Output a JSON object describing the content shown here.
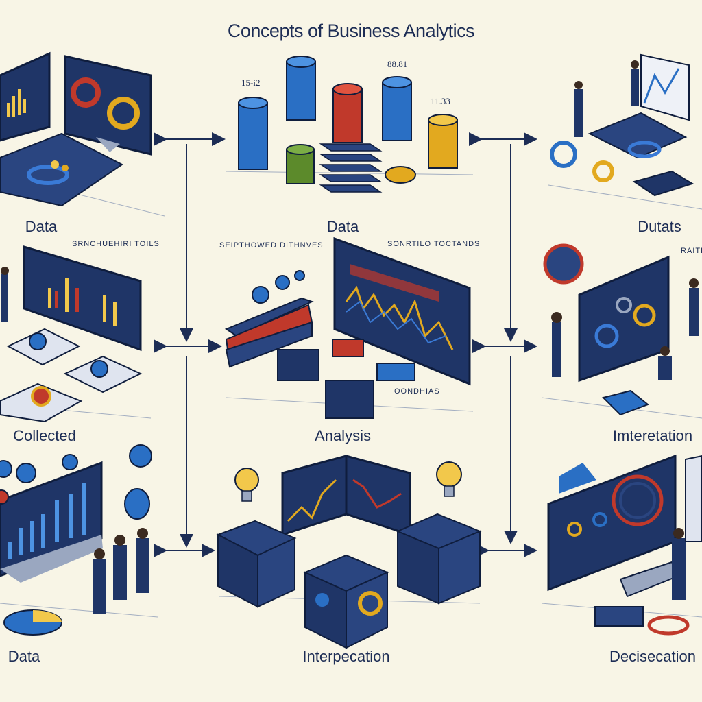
{
  "title": "Concepts of Business Analytics",
  "labels": {
    "r1c1": "Data",
    "r1c2": "Data",
    "r1c3": "Dutats",
    "r2c1": "Collected",
    "r2c2": "Analysis",
    "r2c3": "Imteretation",
    "r3c1": "Data",
    "r3c2": "Interpecation",
    "r3c3": "Decisecation"
  },
  "annotations": {
    "num1": "15-i2",
    "num2": "88.81",
    "num3": "11.33",
    "tools1": "SRNCHUEHIRI TOILS",
    "tools2": "SEIPTHOWED DITHNVES",
    "tools3": "SONRTILO TOCTANDS",
    "rait": "RAITI",
    "sobs": "OONDHIAS"
  },
  "colors": {
    "navy": "#1d2d55",
    "accent_blue": "#2a6fc4",
    "red": "#c0392b",
    "gold": "#e2a91f",
    "green": "#5c8a2b"
  }
}
